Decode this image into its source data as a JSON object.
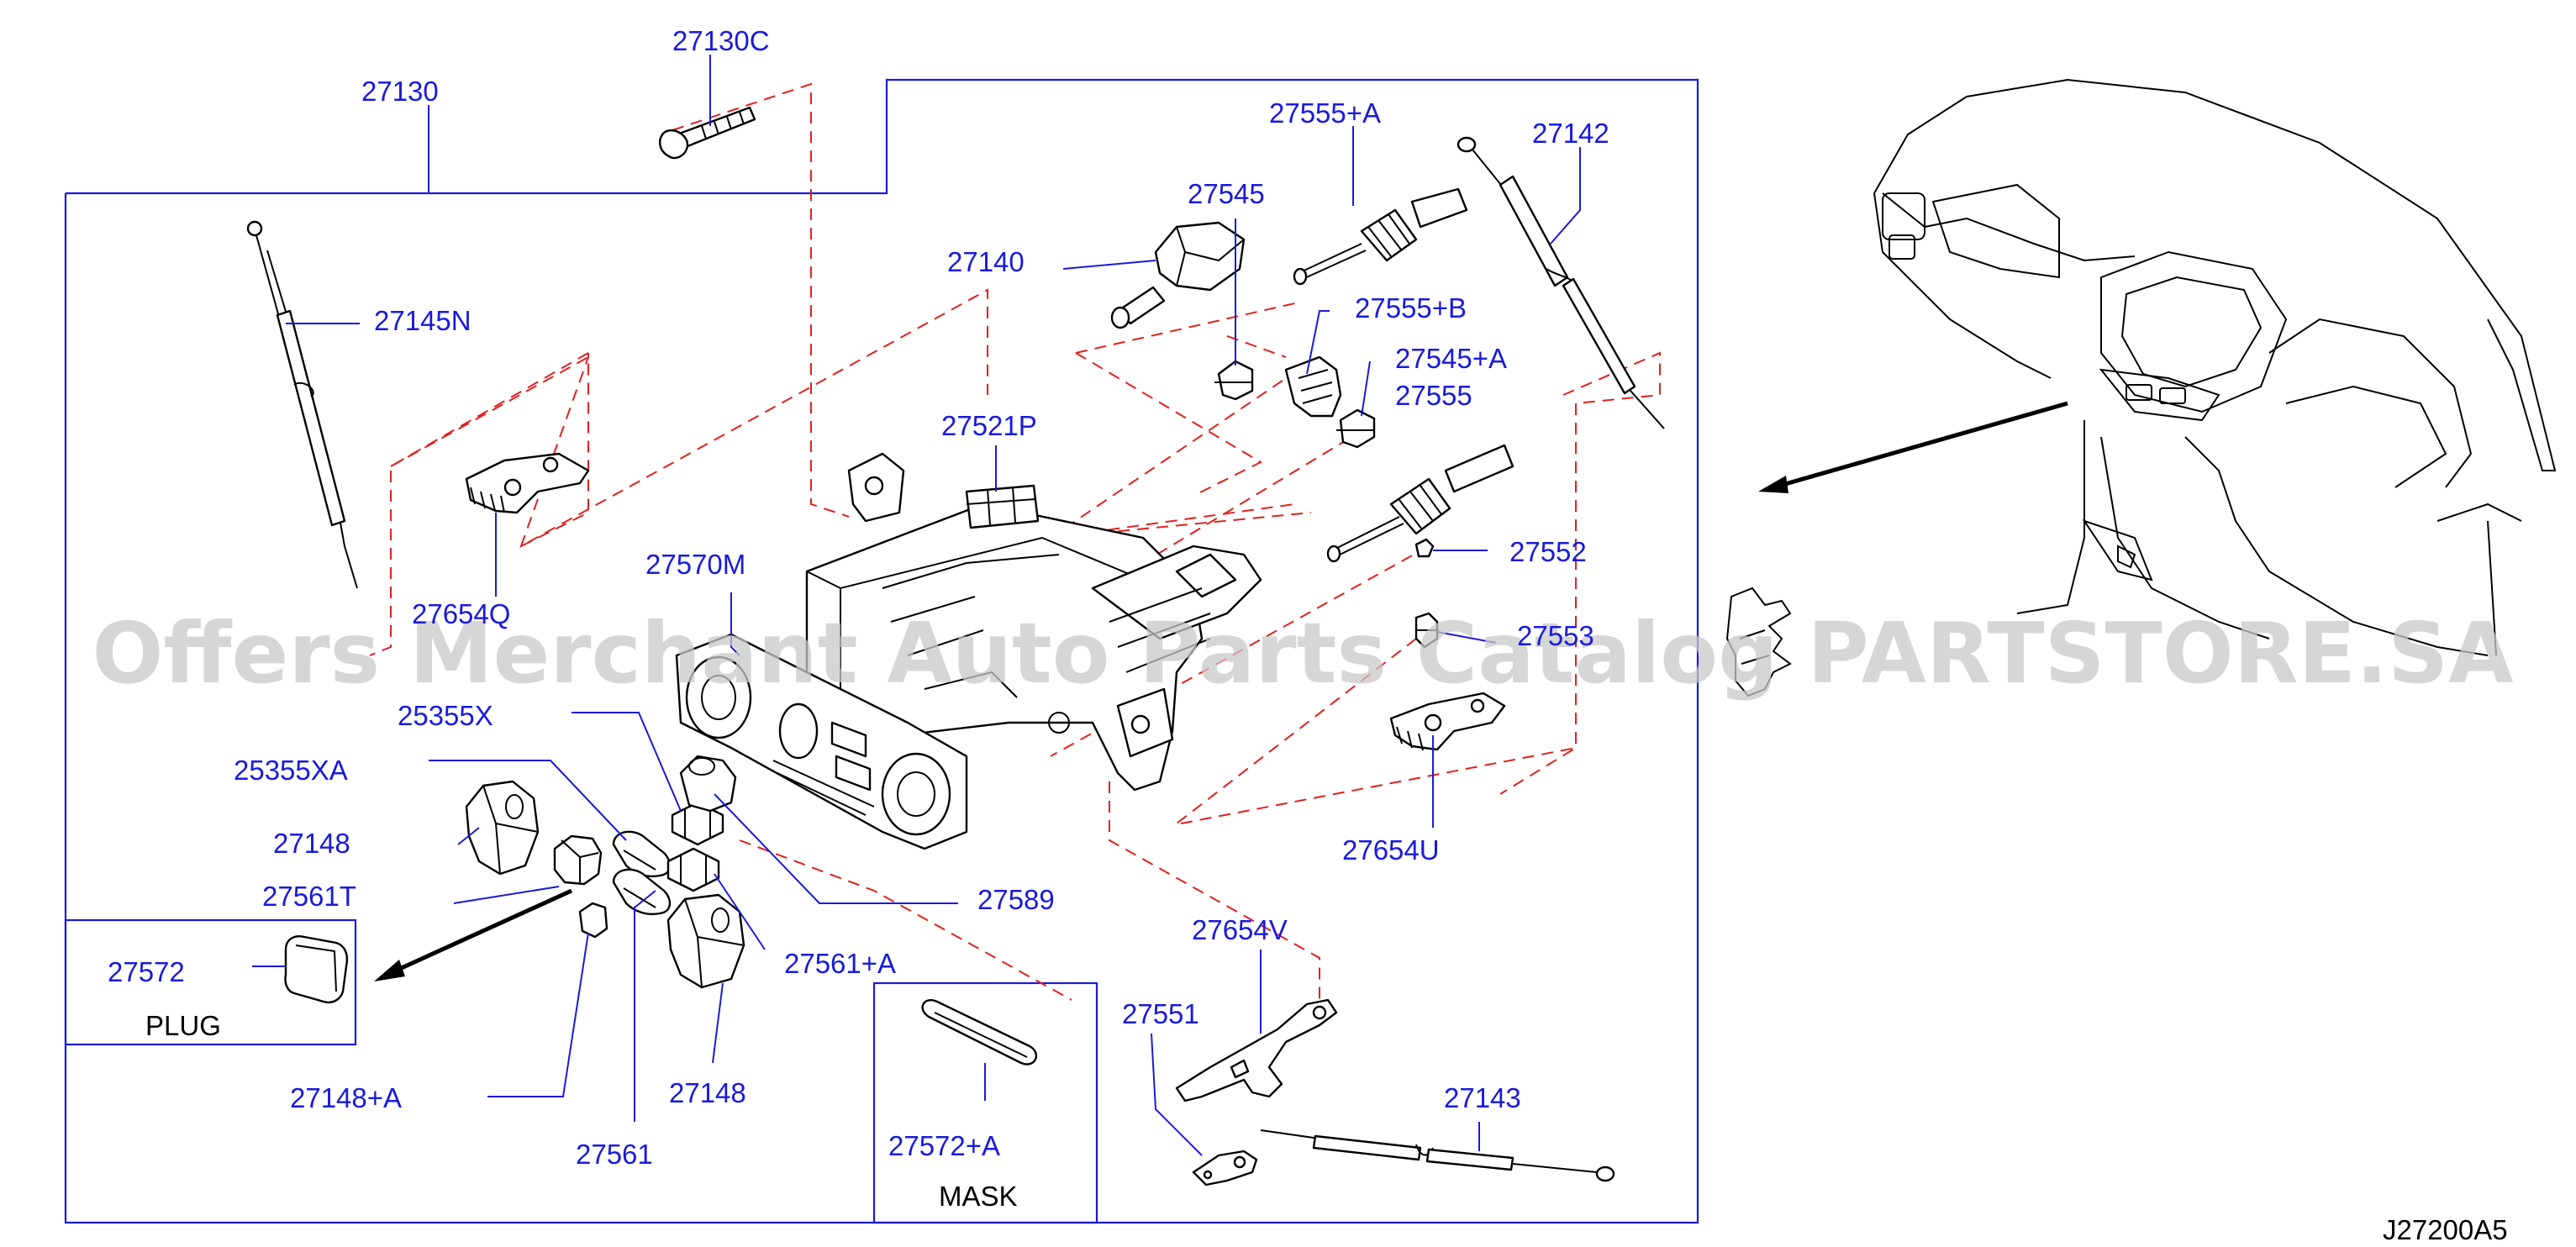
{
  "labels": {
    "p27130C": "27130C",
    "p27130": "27130",
    "p27555A": "27555+A",
    "p27142": "27142",
    "p27545": "27545",
    "p27140": "27140",
    "p27555B": "27555+B",
    "p27145N": "27145N",
    "p27545A": "27545+A",
    "p27555": "27555",
    "p27521P": "27521P",
    "p27552": "27552",
    "p27570M": "27570M",
    "p27654Q": "27654Q",
    "p27553": "27553",
    "p25355X": "25355X",
    "p25355XA": "25355XA",
    "p27148a": "27148",
    "p27654U": "27654U",
    "p27561T": "27561T",
    "p27589": "27589",
    "p27654V": "27654V",
    "p27572": "27572",
    "p27561A": "27561+A",
    "p27551": "27551",
    "p27143": "27143",
    "p27148A": "27148+A",
    "p27148b": "27148",
    "p27572A": "27572+A",
    "p27561": "27561"
  },
  "boxes": {
    "plug": "PLUG",
    "mask": "MASK"
  },
  "diagram_code": "J27200A5",
  "watermark": "Offers Merchant Auto Parts Catalog PARTSTORE.SA",
  "colors": {
    "label": "#1a1adb",
    "dashed_guides": "#e02020",
    "line_art": "#000000",
    "watermark": "#c8c8c8"
  }
}
